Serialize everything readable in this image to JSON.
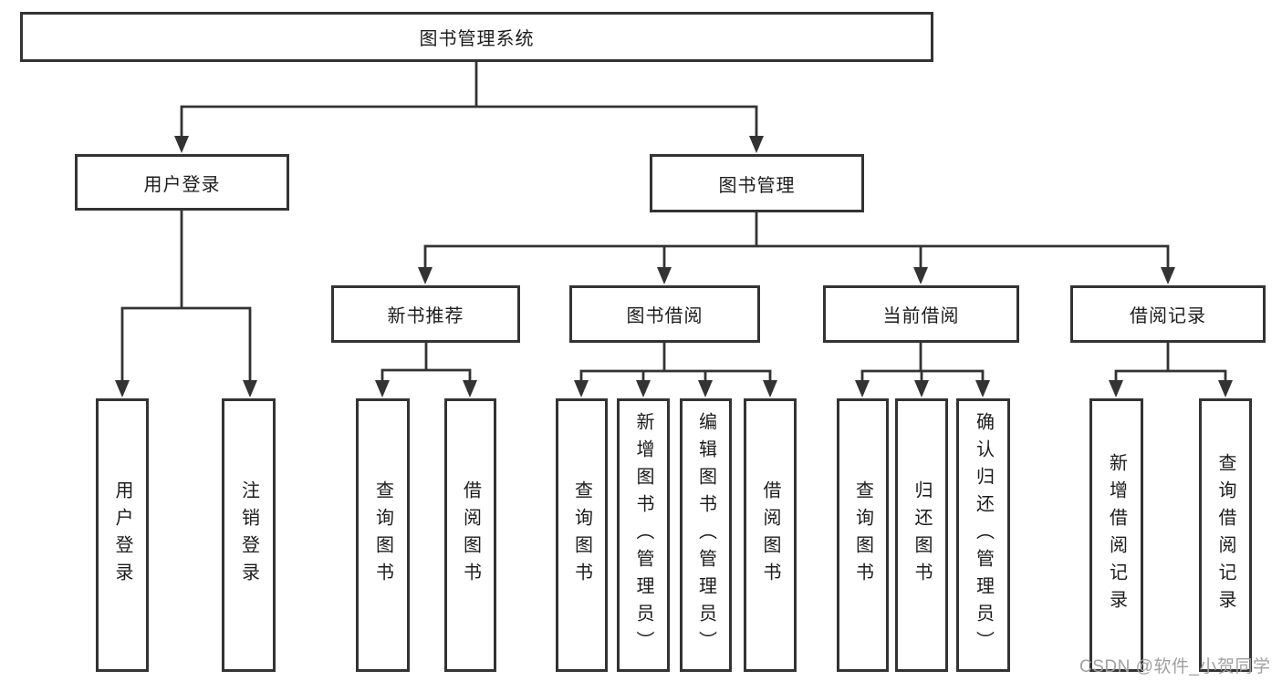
{
  "diagram_type": "function-structure-tree",
  "tree": {
    "label": "图书管理系统",
    "children": [
      {
        "label": "用户登录",
        "children": [
          {
            "label": "用户登录"
          },
          {
            "label": "注销登录"
          }
        ]
      },
      {
        "label": "图书管理",
        "children": [
          {
            "label": "新书推荐",
            "children": [
              {
                "label": "查询图书"
              },
              {
                "label": "借阅图书"
              }
            ]
          },
          {
            "label": "图书借阅",
            "children": [
              {
                "label": "查询图书"
              },
              {
                "label": "新增图书（管理员）"
              },
              {
                "label": "编辑图书（管理员）"
              },
              {
                "label": "借阅图书"
              }
            ]
          },
          {
            "label": "当前借阅",
            "children": [
              {
                "label": "查询图书"
              },
              {
                "label": "归还图书"
              },
              {
                "label": "确认归还（管理员）"
              }
            ]
          },
          {
            "label": "借阅记录",
            "children": [
              {
                "label": "新增借阅记录"
              },
              {
                "label": "查询借阅记录"
              }
            ]
          }
        ]
      }
    ]
  },
  "watermark": {
    "text": "CSDN @软件_小贺同学"
  },
  "colors": {
    "line": "#333333",
    "text": "#1c1c1c",
    "watermark": "#a0a0a0",
    "background": "#ffffff"
  }
}
